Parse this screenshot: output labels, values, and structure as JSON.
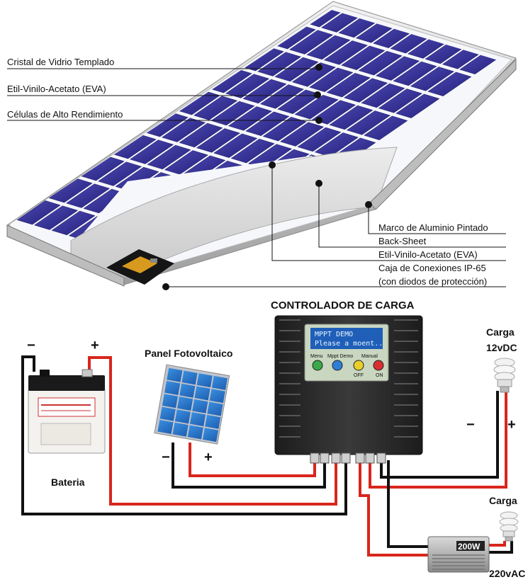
{
  "panel_labels": {
    "glass": "Cristal de Vidrio Templado",
    "eva_top": "Etil-Vinilo-Acetato (EVA)",
    "cells": "Células de Alto Rendimiento",
    "frame": "Marco de Aluminio Pintado",
    "backsheet": "Back-Sheet",
    "eva_bottom": "Etil-Vinilo-Acetato (EVA)",
    "junction_box_line1": "Caja de Conexiones IP-65",
    "junction_box_line2": "(con diodos de protección)"
  },
  "system": {
    "controller_title": "CONTROLADOR DE CARGA",
    "lcd_line1": "MPPT DEMO",
    "lcd_line2": "Please a moent..",
    "buttons": [
      "Menu",
      "Mppt Demo",
      "Manual"
    ],
    "button_sub": [
      "",
      "",
      "OFF",
      "ON"
    ],
    "pv_panel_label": "Panel Fotovoltaico",
    "battery_label": "Bateria",
    "load_dc_label": "Carga",
    "load_dc_voltage": "12vDC",
    "load_ac_label": "Carga",
    "load_ac_voltage": "220vAC",
    "inverter_label": "200W",
    "minus": "−",
    "plus": "+"
  },
  "colors": {
    "cell_blue": "#2d2a8c",
    "wire_positive": "#d8261c",
    "wire_negative": "#111111",
    "controller_body": "#2a2a2a",
    "lcd_bg": "#1f5fb8"
  }
}
